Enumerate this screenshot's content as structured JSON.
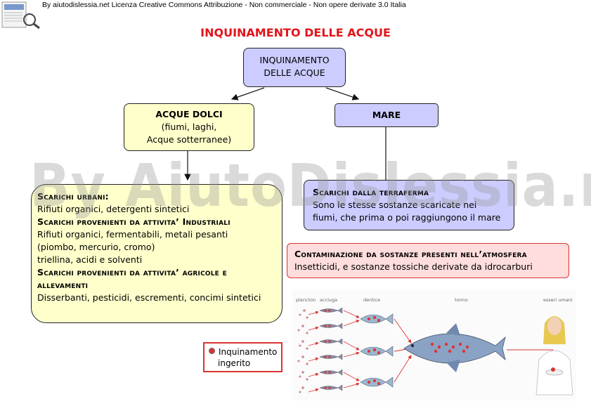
{
  "license": "By aiutodislessia.net Licenza Creative Commons Attribuzione - Non commerciale - Non opere derivate 3.0 Italia",
  "watermark": "By AiutoDislessia.net",
  "title": "INQUINAMENTO DELLE ACQUE",
  "root": {
    "line1": "INQUINAMENTO",
    "line2": "DELLE ACQUE"
  },
  "dolci": {
    "heading": "ACQUE DOLCI",
    "line1": "(fiumi, laghi,",
    "line2": "Acque sotterranee)"
  },
  "mare": {
    "heading": "MARE"
  },
  "scarichi": {
    "h1": "Scarichi urbani:",
    "t1": "Rifiuti organici, detergenti sintetici",
    "h2": "Scarichi provenienti da attivita’ Industriali",
    "t2a": "Rifiuti organici, fermentabili, metali pesanti",
    "t2b": "(piombo, mercurio, cromo)",
    "t2c": "triellina, acidi e solventi",
    "h3a": "Scarichi provenienti da attivita’ agricole e",
    "h3b": "allevamenti",
    "t3": "Disserbanti, pesticidi, escrementi, concimi sintetici"
  },
  "terraferma": {
    "heading": "Scarichi dalla terraferma",
    "line1": "Sono le stesse sostanze scaricate nei",
    "line2": "fiumi, che prima o poi raggiungono il mare"
  },
  "atmosfera": {
    "heading": "Contaminazione da sostanze presenti nell’atmosfera",
    "line1": "Insetticidi, e sostanze  tossiche derivate da idrocarburi"
  },
  "legend": {
    "line1": "Inquinamento",
    "line2": "ingerito"
  },
  "foodchain": {
    "plancton": "plancton",
    "acciuga": "acciuga",
    "dentice": "dentice",
    "tonno": "tonno",
    "umani": "esseri umani"
  },
  "colors": {
    "title": "#e3141b",
    "lavender": "#ccccff",
    "cream": "#ffffcc",
    "pink": "#ffdddd",
    "red": "#d33333"
  }
}
